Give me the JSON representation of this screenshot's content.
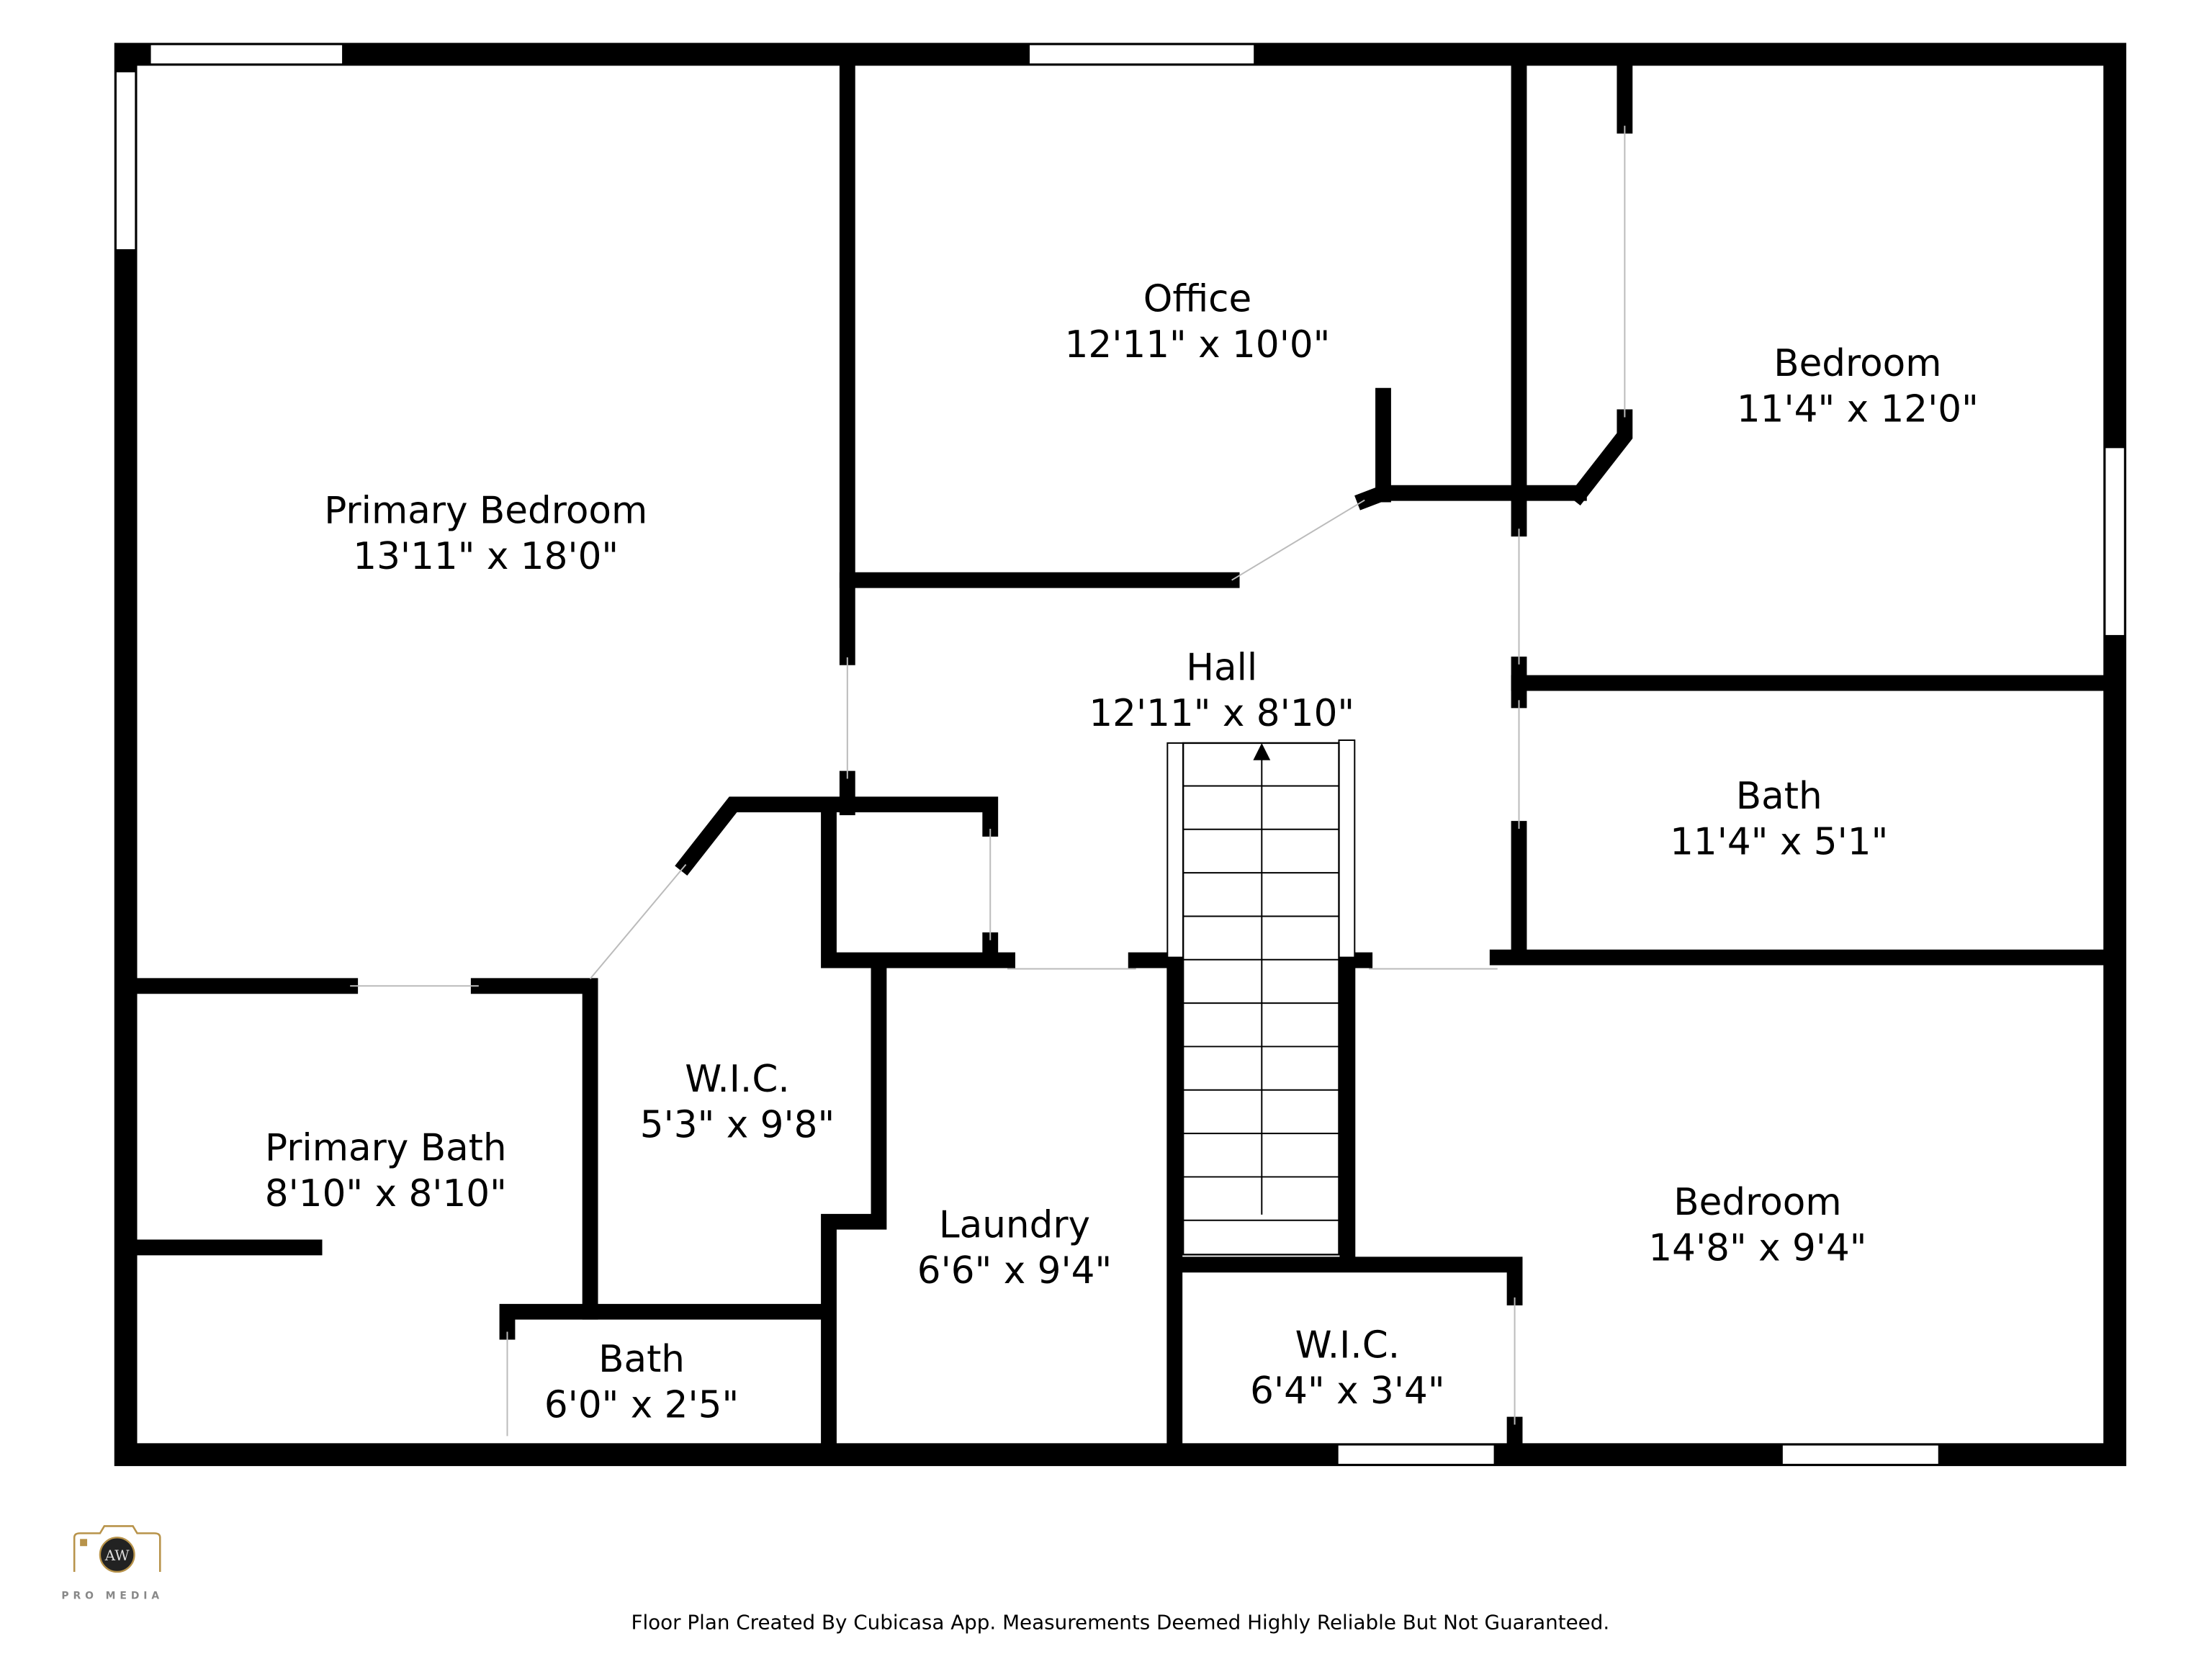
{
  "rooms": [
    {
      "name": "Primary Bedroom",
      "size": "13'11\" x 18'0\""
    },
    {
      "name": "Office",
      "size": "12'11\" x 10'0\""
    },
    {
      "name": "Bedroom",
      "size": "11'4\" x 12'0\""
    },
    {
      "name": "Hall",
      "size": "12'11\" x 8'10\""
    },
    {
      "name": "Bath",
      "size": "11'4\" x 5'1\""
    },
    {
      "name": "W.I.C.",
      "size": "5'3\" x 9'8\""
    },
    {
      "name": "Primary Bath",
      "size": "8'10\" x 8'10\""
    },
    {
      "name": "Laundry",
      "size": "6'6\" x 9'4\""
    },
    {
      "name": "Bedroom",
      "size": "14'8\" x 9'4\""
    },
    {
      "name": "W.I.C.",
      "size": "6'4\" x 3'4\""
    },
    {
      "name": "Bath",
      "size": "6'0\" x 2'5\""
    }
  ],
  "logo": {
    "initials": "AW",
    "text": "PRO MEDIA"
  },
  "footer": "Floor Plan Created By Cubicasa App. Measurements Deemed Highly Reliable But Not Guaranteed.",
  "colors": {
    "wall": "#000000",
    "logo_gold": "#b8934a"
  }
}
